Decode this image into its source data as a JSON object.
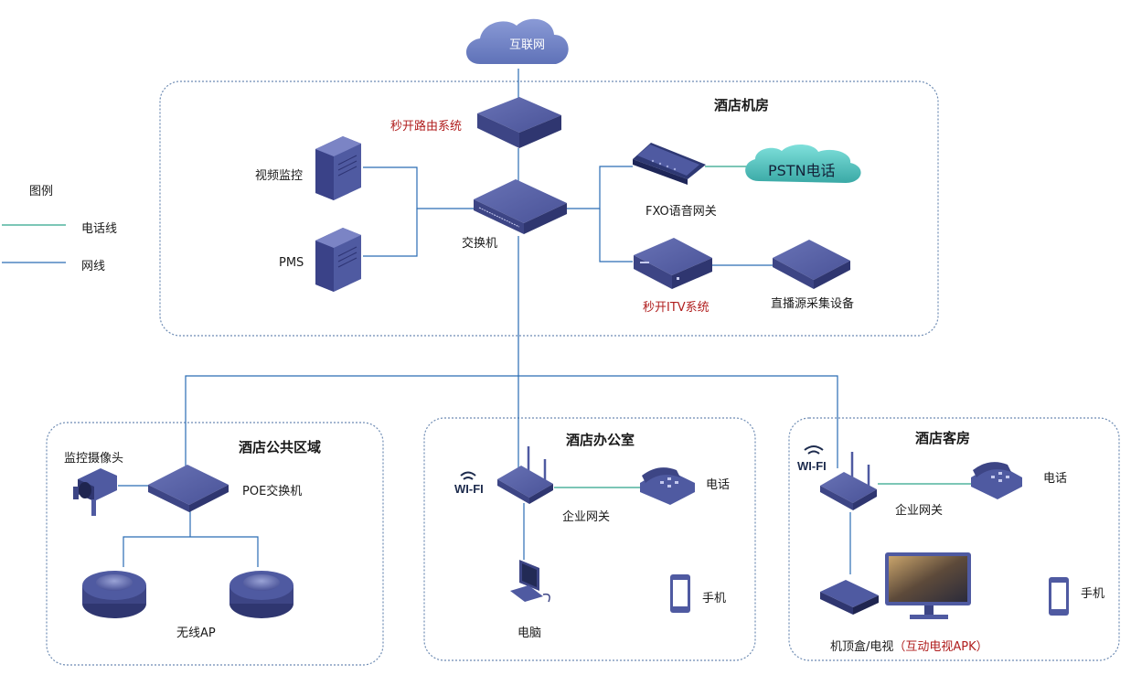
{
  "internet": "互联网",
  "legend": {
    "title": "图例",
    "phone_line": "电话线",
    "network_line": "网线"
  },
  "colors": {
    "phone_line": "#2ea48b",
    "network_line": "#2a6cb3",
    "device": "#4f5aa1",
    "red_text": "#b01e1e",
    "box_border": "#5b7fa8",
    "cloud": "#6f85c4",
    "pstn_cloud": "#4fc1bd"
  },
  "machine_room": {
    "title": "酒店机房",
    "router": "秒开路由系统",
    "video": "视频监控",
    "pms": "PMS",
    "switch": "交换机",
    "fxo": "FXO语音网关",
    "pstn": "PSTN电话",
    "itv": "秒开ITV系统",
    "live": "直播源采集设备"
  },
  "public_area": {
    "title": "酒店公共区域",
    "camera": "监控摄像头",
    "poe": "POE交换机",
    "ap": "无线AP"
  },
  "office": {
    "title": "酒店办公室",
    "wifi": "WI-FI",
    "gateway": "企业网关",
    "phone": "电话",
    "pc": "电脑",
    "mobile": "手机"
  },
  "guest_room": {
    "title": "酒店客房",
    "wifi": "WI-FI",
    "gateway": "企业网关",
    "phone": "电话",
    "mobile": "手机",
    "stb_prefix": "机顶盒/电视",
    "stb_apk": "（互动电视APK）"
  }
}
